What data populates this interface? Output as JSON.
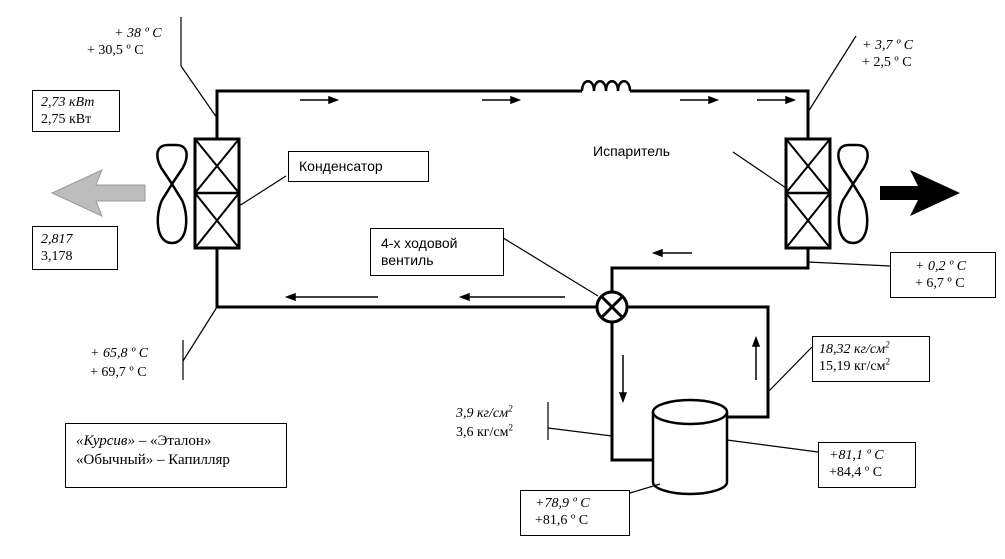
{
  "labels": {
    "condenser": "Конденсатор",
    "evaporator": "Испаритель",
    "valve_line1": "4-х ходовой",
    "valve_line2": "вентиль"
  },
  "readings": {
    "cond_top": {
      "etalon": "+ 38 º C",
      "capillary": "+ 30,5 º C"
    },
    "power": {
      "etalon": "2,73 кВт",
      "capillary": "2,75 кВт"
    },
    "ratio": {
      "etalon": "2,817",
      "capillary": "3,178"
    },
    "cond_bottom": {
      "etalon": "+ 65,8 º C",
      "capillary": "+ 69,7 º C"
    },
    "evap_top": {
      "etalon": "+ 3,7 º C",
      "capillary": "+ 2,5 º C"
    },
    "evap_bottom": {
      "etalon": "+ 0,2 º C",
      "capillary": "+ 6,7 º C"
    },
    "discharge_pressure": {
      "etalon": "18,32 кг/см",
      "capillary": "15,19 кг/см",
      "exp": "2"
    },
    "suction_pressure": {
      "etalon": "3,9 кг/см",
      "capillary": "3,6 кг/см",
      "exp": "2"
    },
    "compressor_right": {
      "etalon": "+81,1 º C",
      "capillary": "+84,4 º C"
    },
    "compressor_bottom": {
      "etalon": "+78,9 º C",
      "capillary": "+81,6 º C"
    }
  },
  "legend": {
    "line1_italic": "«Курсив»",
    "line1_rest": " – «Эталон»",
    "line2": "«Обычный» – Капилляр"
  },
  "colors": {
    "line": "#000000",
    "left_arrow": "#bdbdbd",
    "right_arrow": "#000000"
  }
}
